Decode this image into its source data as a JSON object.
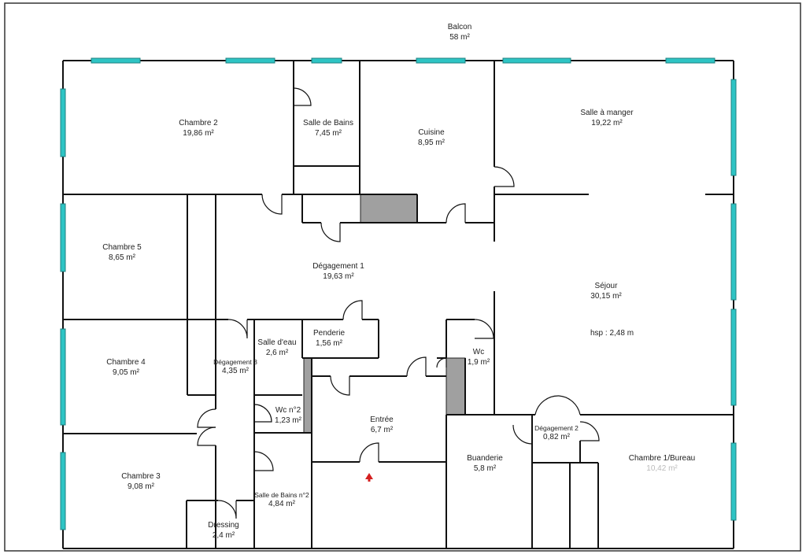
{
  "plan": {
    "balcony": {
      "name": "Balcon",
      "area": "58 m²"
    },
    "rooms": [
      {
        "id": "chambre-2",
        "name": "Chambre 2",
        "area": "19,86 m²"
      },
      {
        "id": "salle-de-bains",
        "name": "Salle de Bains",
        "area": "7,45 m²"
      },
      {
        "id": "cuisine",
        "name": "Cuisine",
        "area": "8,95 m²"
      },
      {
        "id": "salle-a-manger",
        "name": "Salle à manger",
        "area": "19,22 m²"
      },
      {
        "id": "chambre-5",
        "name": "Chambre 5",
        "area": "8,65 m²"
      },
      {
        "id": "degagement-1",
        "name": "Dégagement 1",
        "area": "19,63 m²"
      },
      {
        "id": "sejour",
        "name": "Séjour",
        "area": "30,15 m²",
        "note": "hsp : 2,48 m"
      },
      {
        "id": "chambre-4",
        "name": "Chambre 4",
        "area": "9,05 m²"
      },
      {
        "id": "degagement-3",
        "name": "Dégagement 3",
        "area": "4,35 m²"
      },
      {
        "id": "salle-d-eau",
        "name": "Salle d'eau",
        "area": "2,6 m²"
      },
      {
        "id": "penderie",
        "name": "Penderie",
        "area": "1,56 m²"
      },
      {
        "id": "wc",
        "name": "Wc",
        "area": "1,9 m²"
      },
      {
        "id": "wc-2",
        "name": "Wc n°2",
        "area": "1,23 m²"
      },
      {
        "id": "entree",
        "name": "Entrée",
        "area": "6,7 m²"
      },
      {
        "id": "degagement-2",
        "name": "Dégagement 2",
        "area": "0,82 m²"
      },
      {
        "id": "buanderie",
        "name": "Buanderie",
        "area": "5,8 m²"
      },
      {
        "id": "chambre-1",
        "name": "Chambre 1/Bureau",
        "area": "10,42 m²"
      },
      {
        "id": "chambre-3",
        "name": "Chambre 3",
        "area": "9,08 m²"
      },
      {
        "id": "salle-de-bains-2",
        "name": "Salle de Bains n°2",
        "area": "4,84 m²"
      },
      {
        "id": "dressing",
        "name": "Dressing",
        "area": "2,4 m²"
      }
    ],
    "colors": {
      "window": "#2ec4c4",
      "wall": "#111111",
      "shaft": "#a0a0a0",
      "entrance_marker": "#d42020"
    }
  }
}
